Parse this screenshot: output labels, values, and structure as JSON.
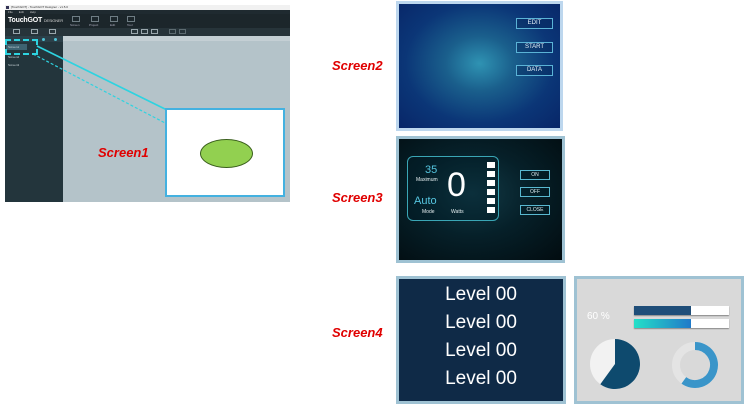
{
  "designer": {
    "window_title": "[TouchGOT] - TouchGOT Designer - v1.5.0",
    "menu": [
      "File",
      "Edit",
      "Help"
    ],
    "logo": "TouchGOT",
    "logo_sub": "DESIGNER",
    "ribbon_labels": [
      "Screen",
      "Project",
      "Edit",
      "Tool"
    ],
    "sidebar_items": [
      "Screen1",
      "Screen2",
      "Screen3"
    ]
  },
  "labels": {
    "screen1": "Screen1",
    "screen2": "Screen2",
    "screen3": "Screen3",
    "screen4": "Screen4"
  },
  "screen2": {
    "buttons": [
      "EDIT",
      "START",
      "DATA"
    ]
  },
  "screen3": {
    "maximum_value": "35",
    "maximum_label": "Maximum",
    "mode_value": "Auto",
    "mode_label": "Mode",
    "watts_value": "0",
    "watts_label": "Watts",
    "buttons": [
      "ON",
      "OFF",
      "CLOSE"
    ]
  },
  "screen4": {
    "levels": [
      "Level 00",
      "Level 00",
      "Level 00",
      "Level 00"
    ],
    "percent_text": "60 %",
    "progress": 0.6,
    "colors": {
      "bar_dark": "#1f4e79",
      "bar_cyan": "#25e0c8",
      "pie_dark": "#0e4a6e",
      "ring": "#3a95c9"
    }
  },
  "colors": {
    "label_red": "#e00000",
    "connector": "#2ed3e0",
    "ellipse": "#92d050"
  }
}
